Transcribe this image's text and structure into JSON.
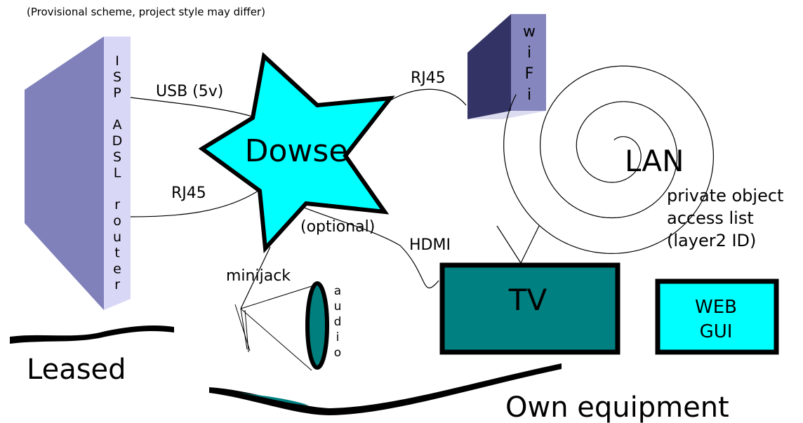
{
  "note": "(Provisional scheme, project style may differ)",
  "router": {
    "vertical_text": [
      "I",
      "S",
      "P",
      "",
      "A",
      "D",
      "S",
      "L",
      "",
      "r",
      "o",
      "u",
      "t",
      "e",
      "r"
    ],
    "color_dark": "#8080bb",
    "color_light": "#d8d8f6"
  },
  "dowse": {
    "label": "Dowse",
    "fill": "#00ffff"
  },
  "wifi": {
    "vertical_text": [
      "w",
      "i",
      "F",
      "i"
    ],
    "color_dark": "#333366",
    "color_light": "#8686bf"
  },
  "lan": {
    "label": "LAN",
    "caption": [
      "private object",
      "access list",
      "(layer2 ID)"
    ]
  },
  "connections": {
    "usb": "USB (5v)",
    "rj45_router": "RJ45",
    "rj45_wifi": "RJ45",
    "hdmi": "HDMI",
    "minijack": "minijack",
    "optional": "(optional)"
  },
  "audio": {
    "vertical_text": [
      "a",
      "u",
      "d",
      "i",
      "o"
    ],
    "fill": "#007f7f"
  },
  "tv": {
    "label": "TV",
    "fill": "#008080"
  },
  "webgui": {
    "lines": [
      "WEB",
      "GUI"
    ],
    "fill": "#00ffff"
  },
  "groups": {
    "leased": "Leased",
    "own": "Own equipment"
  }
}
